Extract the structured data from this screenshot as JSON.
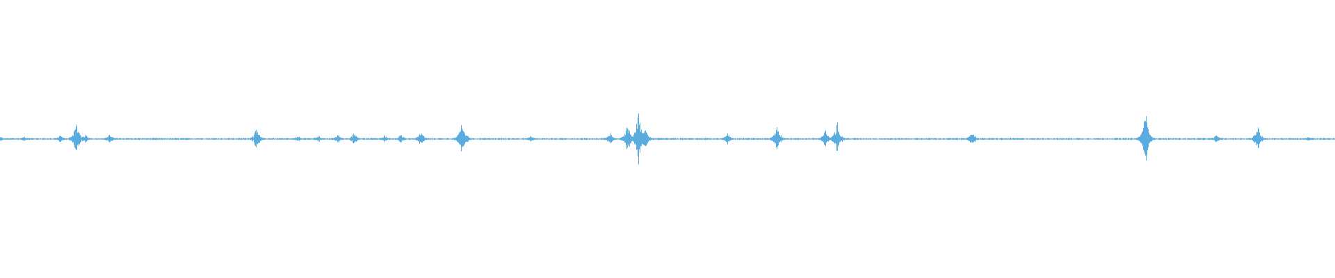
{
  "waveform": {
    "color": "#5aacdf",
    "background": "#ffffff",
    "baseline_amplitude": 0.006,
    "bursts": [
      {
        "at": 0.0,
        "amp": 0.02
      },
      {
        "at": 0.018,
        "amp": 0.02
      },
      {
        "at": 0.045,
        "amp": 0.03
      },
      {
        "at": 0.057,
        "amp": 0.14
      },
      {
        "at": 0.064,
        "amp": 0.04
      },
      {
        "at": 0.082,
        "amp": 0.04
      },
      {
        "at": 0.192,
        "amp": 0.09
      },
      {
        "at": 0.223,
        "amp": 0.03
      },
      {
        "at": 0.238,
        "amp": 0.03
      },
      {
        "at": 0.253,
        "amp": 0.04
      },
      {
        "at": 0.265,
        "amp": 0.05
      },
      {
        "at": 0.288,
        "amp": 0.03
      },
      {
        "at": 0.3,
        "amp": 0.04
      },
      {
        "at": 0.315,
        "amp": 0.06
      },
      {
        "at": 0.346,
        "amp": 0.16
      },
      {
        "at": 0.397,
        "amp": 0.03
      },
      {
        "at": 0.457,
        "amp": 0.05
      },
      {
        "at": 0.47,
        "amp": 0.12
      },
      {
        "at": 0.478,
        "amp": 0.22
      },
      {
        "at": 0.483,
        "amp": 0.1
      },
      {
        "at": 0.545,
        "amp": 0.05
      },
      {
        "at": 0.582,
        "amp": 0.12
      },
      {
        "at": 0.618,
        "amp": 0.07
      },
      {
        "at": 0.627,
        "amp": 0.13
      },
      {
        "at": 0.728,
        "amp": 0.06
      },
      {
        "at": 0.858,
        "amp": 0.23
      },
      {
        "at": 0.911,
        "amp": 0.04
      },
      {
        "at": 0.942,
        "amp": 0.11
      },
      {
        "at": 0.98,
        "amp": 0.02
      }
    ]
  }
}
